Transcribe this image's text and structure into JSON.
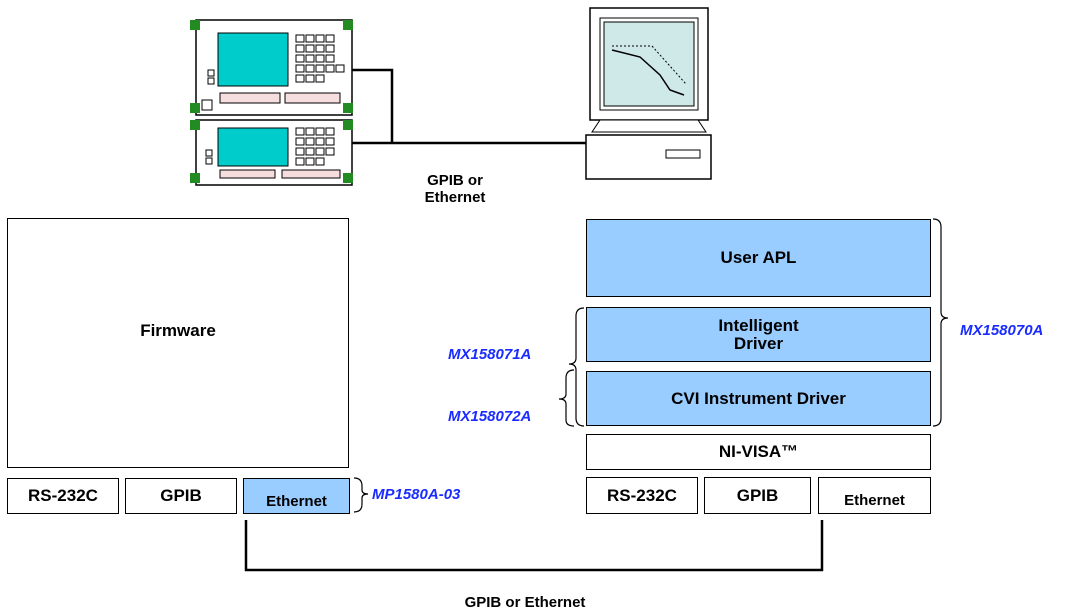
{
  "top_link_label": "GPIB or\nEthernet",
  "bottom_link_label": "GPIB or Ethernet",
  "instrument": {
    "firmware": "Firmware",
    "interfaces": [
      "RS-232C",
      "GPIB",
      "Ethernet"
    ],
    "option_label": "MP1580A-03"
  },
  "pc": {
    "layers": {
      "user_apl": "User APL",
      "intelligent_driver": "Intelligent\nDriver",
      "cvi_driver": "CVI Instrument Driver",
      "ni_visa": "NI-VISA™"
    },
    "interfaces": [
      "RS-232C",
      "GPIB",
      "Ethernet"
    ],
    "products": {
      "mx158070a": "MX158070A",
      "mx158071a": "MX158071A",
      "mx158072a": "MX158072A"
    }
  },
  "colors": {
    "layer_fill": "#99ccff",
    "product_label": "#1a2bff",
    "screen": "#00cccc",
    "bumper": "#228b22"
  }
}
